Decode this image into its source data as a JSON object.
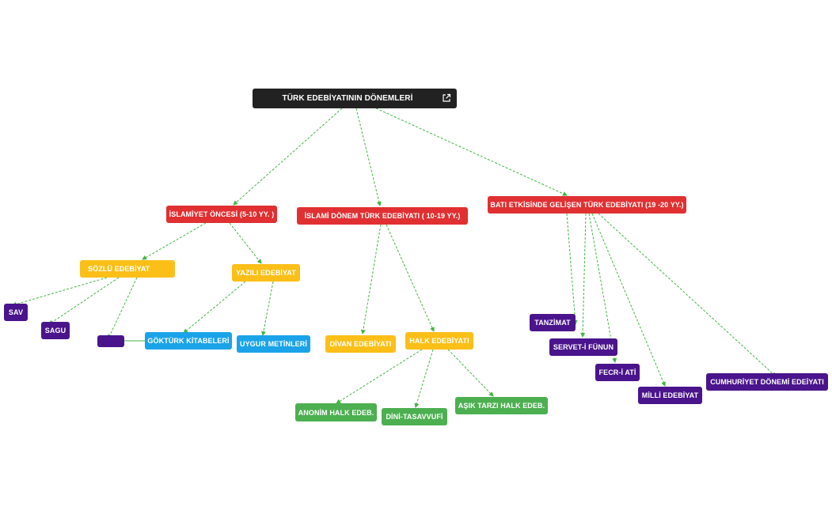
{
  "colors": {
    "root": "#222222",
    "red": "#e03032",
    "yellow": "#fbbf17",
    "purple": "#4a148c",
    "blue": "#1aa3e8",
    "green": "#4caf50",
    "edge": "#43b543"
  },
  "root": {
    "label": "TÜRK EDEBİYATININ DÖNEMLERİ",
    "icon": "external-link-icon"
  },
  "periods": [
    {
      "id": "islamiyet-oncesi",
      "label": "İSLAMİYET ÖNCESİ (5-10 YY. )"
    },
    {
      "id": "islami-donem",
      "label": "İSLAMİ DÖNEM TÜRK EDEBİYATI ( 10-19 YY.)"
    },
    {
      "id": "bati-etkisinde",
      "label": "BATI ETKİSİNDE GELİŞEN TÜRK EDEBİYATI (19 -20 YY.)"
    }
  ],
  "subgroups": [
    {
      "id": "sozlu",
      "label": "SÖZLÜ EDEBİYAT"
    },
    {
      "id": "yazili",
      "label": "YAZILI EDEBİYAT"
    },
    {
      "id": "divan",
      "label": "DİVAN EDEBİYATI"
    },
    {
      "id": "halk",
      "label": "HALK EDEBİYATI"
    }
  ],
  "purple_items": [
    {
      "id": "sav",
      "label": "SAV"
    },
    {
      "id": "sagu",
      "label": "SAGU"
    },
    {
      "id": "kosuk",
      "label": ""
    },
    {
      "id": "tanzimat",
      "label": "TANZİMAT"
    },
    {
      "id": "servet",
      "label": "SERVET-İ FÜNUN"
    },
    {
      "id": "fecr",
      "label": "FECR-İ ATİ"
    },
    {
      "id": "milli",
      "label": "MİLLİ EDEBİYAT"
    },
    {
      "id": "cumhuriyet",
      "label": "CUMHURİYET DÖNEMİ EDEİYATI"
    }
  ],
  "blue_items": [
    {
      "id": "gokturk",
      "label": "GÖKTÜRK KİTABELERİ"
    },
    {
      "id": "uygur",
      "label": "UYGUR METİNLERİ"
    }
  ],
  "green_items": [
    {
      "id": "anonim",
      "label": "ANONİM HALK EDEB."
    },
    {
      "id": "dini",
      "label": "DİNİ-TASAVVUFİ"
    },
    {
      "id": "asik",
      "label": "AŞIK TARZI HALK EDEB."
    }
  ]
}
